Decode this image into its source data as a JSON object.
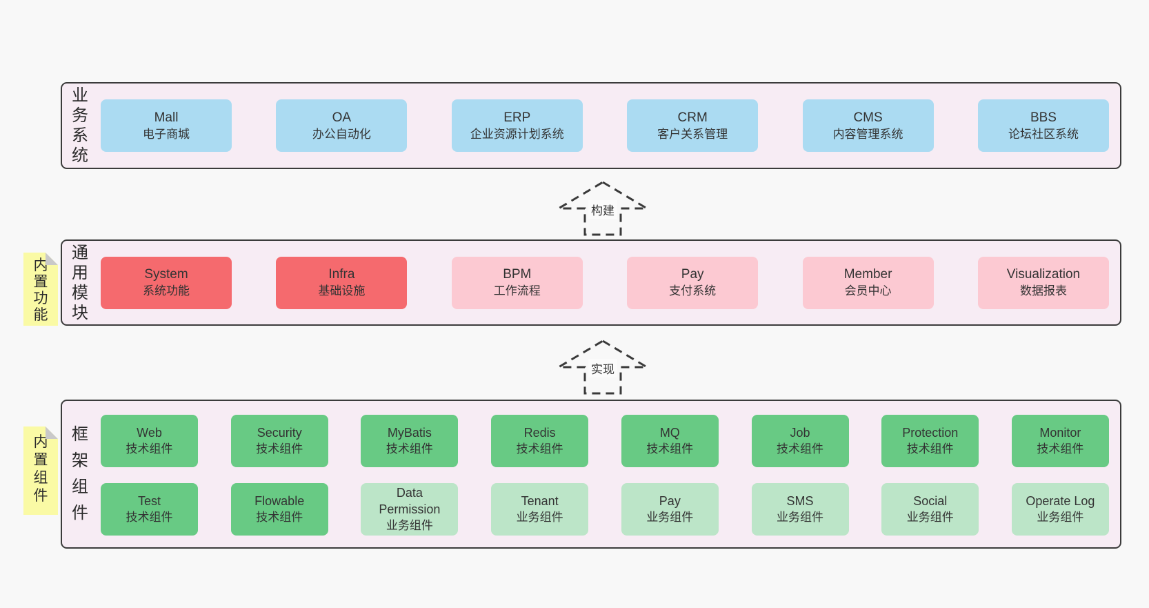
{
  "colors": {
    "page_bg": "#f8f8f8",
    "container_bg": "#f7ecf4",
    "container_border": "#3b3b3b",
    "blue": "#abdbf2",
    "red": "#f56a6e",
    "pink": "#fcc9d2",
    "green": "#68ca84",
    "lightgreen": "#bce5c8",
    "sticky_bg": "#fafaa5",
    "fold": "#c9c9c9",
    "arrow_stroke": "#3a3a3a",
    "text": "#333333"
  },
  "layers": [
    {
      "label": "业务系统",
      "boxes": [
        {
          "name": "Mall",
          "desc": "电子商城",
          "type": "blue"
        },
        {
          "name": "OA",
          "desc": "办公自动化",
          "type": "blue"
        },
        {
          "name": "ERP",
          "desc": "企业资源计划系统",
          "type": "blue"
        },
        {
          "name": "CRM",
          "desc": "客户关系管理",
          "type": "blue"
        },
        {
          "name": "CMS",
          "desc": "内容管理系统",
          "type": "blue"
        },
        {
          "name": "BBS",
          "desc": "论坛社区系统",
          "type": "blue"
        }
      ]
    },
    {
      "label": "通用模块",
      "sticky": "内置功能",
      "boxes": [
        {
          "name": "System",
          "desc": "系统功能",
          "type": "red"
        },
        {
          "name": "Infra",
          "desc": "基础设施",
          "type": "red"
        },
        {
          "name": "BPM",
          "desc": "工作流程",
          "type": "pink"
        },
        {
          "name": "Pay",
          "desc": "支付系统",
          "type": "pink"
        },
        {
          "name": "Member",
          "desc": "会员中心",
          "type": "pink"
        },
        {
          "name": "Visualization",
          "desc": "数据报表",
          "type": "pink"
        }
      ]
    },
    {
      "label": "框架组件",
      "sticky": "内置组件",
      "rows": [
        [
          {
            "name": "Web",
            "desc": "技术组件",
            "type": "green"
          },
          {
            "name": "Security",
            "desc": "技术组件",
            "type": "green"
          },
          {
            "name": "MyBatis",
            "desc": "技术组件",
            "type": "green"
          },
          {
            "name": "Redis",
            "desc": "技术组件",
            "type": "green"
          },
          {
            "name": "MQ",
            "desc": "技术组件",
            "type": "green"
          },
          {
            "name": "Job",
            "desc": "技术组件",
            "type": "green"
          },
          {
            "name": "Protection",
            "desc": "技术组件",
            "type": "green"
          },
          {
            "name": "Monitor",
            "desc": "技术组件",
            "type": "green"
          }
        ],
        [
          {
            "name": "Test",
            "desc": "技术组件",
            "type": "green"
          },
          {
            "name": "Flowable",
            "desc": "技术组件",
            "type": "green"
          },
          {
            "name": "Data Permission",
            "desc": "业务组件",
            "type": "lightgreen"
          },
          {
            "name": "Tenant",
            "desc": "业务组件",
            "type": "lightgreen"
          },
          {
            "name": "Pay",
            "desc": "业务组件",
            "type": "lightgreen"
          },
          {
            "name": "SMS",
            "desc": "业务组件",
            "type": "lightgreen"
          },
          {
            "name": "Social",
            "desc": "业务组件",
            "type": "lightgreen"
          },
          {
            "name": "Operate Log",
            "desc": "业务组件",
            "type": "lightgreen"
          }
        ]
      ]
    }
  ],
  "arrows": [
    {
      "label": "构建"
    },
    {
      "label": "实现"
    }
  ]
}
